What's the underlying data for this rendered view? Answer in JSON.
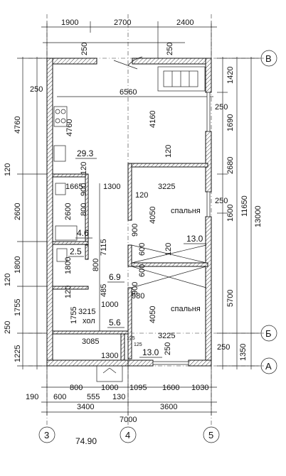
{
  "dims_top": [
    "1900",
    "2700",
    "2400"
  ],
  "dims_top_wall": [
    "250",
    "250"
  ],
  "dims_bottom_row1": [
    "600",
    "800",
    "555",
    "1000",
    "130",
    "1095",
    "1600",
    "1030"
  ],
  "dims_bottom_row2": [
    "3400",
    "3600"
  ],
  "dims_bottom_total": "7000",
  "dims_bottom_left": "190",
  "dims_left": [
    "4760",
    "120",
    "2600",
    "1800",
    "120",
    "1755",
    "250",
    "1225"
  ],
  "dims_right_inner": [
    "1420",
    "1690",
    "250",
    "2680",
    "1600",
    "250",
    "5700",
    "250",
    "1350"
  ],
  "dims_right_total": [
    "11650",
    "13000"
  ],
  "interior_dims": {
    "d6560": "6560",
    "d250_left": "250",
    "d4760_in": "4760",
    "d4160": "4160",
    "d120_kitchen": "120",
    "d120_room": "120",
    "d1665": "1665",
    "d900_a": "900",
    "d1300": "1300",
    "d3225_a": "3225",
    "d120_room2": "120",
    "d2600_in": "2600",
    "d800_a": "800",
    "d4050_a": "4050",
    "d7115": "7115",
    "d900_b": "900",
    "d600_a": "600",
    "d120_c": "120",
    "d1800_in": "1800",
    "d800_b": "800",
    "d600_b": "600",
    "d485": "485",
    "d900_c": "900",
    "d980": "980",
    "d120_d": "120",
    "d1000": "1000",
    "d3215": "3215",
    "d1755_in": "1755",
    "d4050_b": "4050",
    "d3085": "3085",
    "d125_a": "125",
    "d125_b": "125",
    "d3225_b": "3225",
    "d250_porch": "250",
    "d1300_porch": "1300"
  },
  "areas": {
    "kitchen": "29.3",
    "bath": "4.6",
    "wc": "2.5",
    "corridor": "6.9",
    "hall": "5.6",
    "bedroom1": "13.0",
    "bedroom2": "13.0"
  },
  "rooms": {
    "bedroom_label": "спальня",
    "hall_label": "хол"
  },
  "axes": {
    "rows": [
      "В",
      "Б",
      "А"
    ],
    "columns": [
      "3",
      "4",
      "5"
    ]
  },
  "total_area": "74.90"
}
